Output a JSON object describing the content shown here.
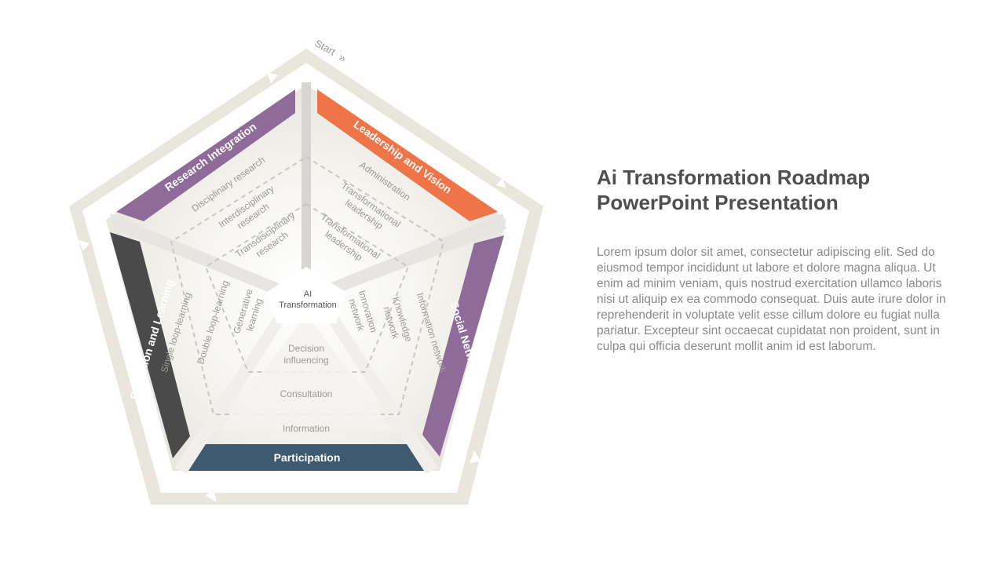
{
  "title": {
    "line1": "Ai Transformation Roadmap",
    "line2": "PowerPoint Presentation"
  },
  "description": "Lorem ipsum dolor sit amet, consectetur adipiscing elit. Sed do eiusmod tempor incididunt ut labore et dolore magna aliqua. Ut enim ad minim veniam, quis nostrud exercitation ullamco laboris nisi ut aliquip ex ea commodo consequat. Duis aute irure dolor in reprehenderit in voluptate velit esse cillum dolore eu fugiat nulla pariatur. Excepteur sint occaecat cupidatat non proident, sunt in culpa qui officia deserunt mollit anim id est laborum.",
  "diagram": {
    "start_label": "Start",
    "start_arrows": "»",
    "center_line1": "AI",
    "center_line2": "Transformation",
    "sections": {
      "research": {
        "label": "Research Integration",
        "color": "#8e6b99",
        "items": [
          "Disciplinary research",
          "Interdisciplinary research",
          "Transdisciplinary research"
        ]
      },
      "leadership": {
        "label": "Leadership and Vision",
        "color": "#ef7448",
        "items": [
          "Administration",
          "Transformational leadership",
          "Transformational leadership"
        ]
      },
      "social": {
        "label": "Social Network",
        "color": "#8e6b99",
        "items": [
          "Information network",
          "Knowledge network",
          "Innovation network"
        ]
      },
      "participation": {
        "label": "Participation",
        "color": "#3e5a70",
        "items": [
          "Information",
          "Consultation",
          "Decision influencing"
        ]
      },
      "education": {
        "label": "Education and Learning",
        "color": "#4a4a4a",
        "items": [
          "Single loop-learning",
          "Double loop-learning",
          "Generative learning"
        ]
      }
    }
  }
}
